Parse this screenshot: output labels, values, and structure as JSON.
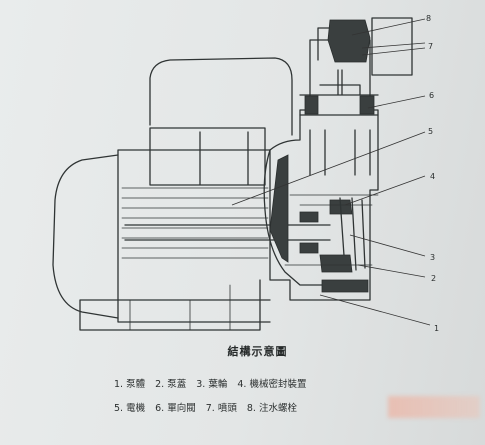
{
  "title": "結構示意圖",
  "callouts": [
    "8",
    "7",
    "6",
    "5",
    "4",
    "3",
    "2",
    "1"
  ],
  "legend": [
    [
      "1. 泵體",
      "2. 泵蓋",
      "3. 葉輪",
      "4. 機械密封裝置"
    ],
    [
      "5. 電機",
      "6. 單向閥",
      "7. 噴頭",
      "8. 注水螺栓"
    ]
  ],
  "colors": {
    "paper": "#e3e6e6",
    "ink": "#2f3434",
    "watermark": "#f0aa96"
  }
}
